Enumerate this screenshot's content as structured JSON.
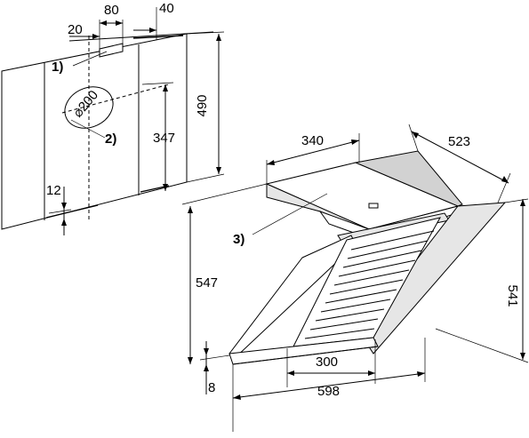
{
  "dimensions": {
    "d20": "20",
    "d80": "80",
    "d40": "40",
    "d490": "490",
    "d347": "347",
    "d12": "12",
    "d200": "⌀200",
    "d340": "340",
    "d523": "523",
    "d547": "547",
    "d541": "541",
    "d300": "300",
    "d598": "598",
    "d8": "8"
  },
  "callouts": {
    "c1": "1)",
    "c2": "2)",
    "c3": "3)"
  }
}
